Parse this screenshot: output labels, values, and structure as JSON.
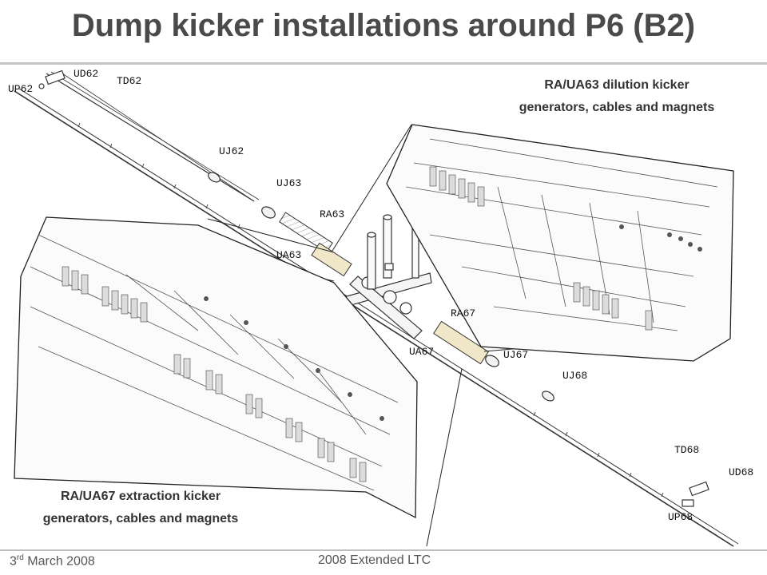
{
  "slide": {
    "title": "Dump kicker installations around P6 (B2)",
    "footer_date_day": "3",
    "footer_date_suffix": "rd",
    "footer_date_rest": " March 2008",
    "footer_event": "2008 Extended LTC"
  },
  "diagram": {
    "labels": {
      "ud62": "UD62",
      "up62": "UP62",
      "td62": "TD62",
      "uj62": "UJ62",
      "uj63": "UJ63",
      "ra63": "RA63",
      "ua63": "UA63",
      "ra67": "RA67",
      "ua67": "UA67",
      "uj67": "UJ67",
      "uj68": "UJ68",
      "td68": "TD68",
      "ud68": "UD68",
      "up68": "UP68"
    },
    "captions": {
      "right_line1": "RA/UA63 dilution kicker",
      "right_line2": "generators, cables and magnets",
      "left_line1": "RA/UA67 extraction kicker",
      "left_line2": "generators, cables and magnets"
    }
  }
}
